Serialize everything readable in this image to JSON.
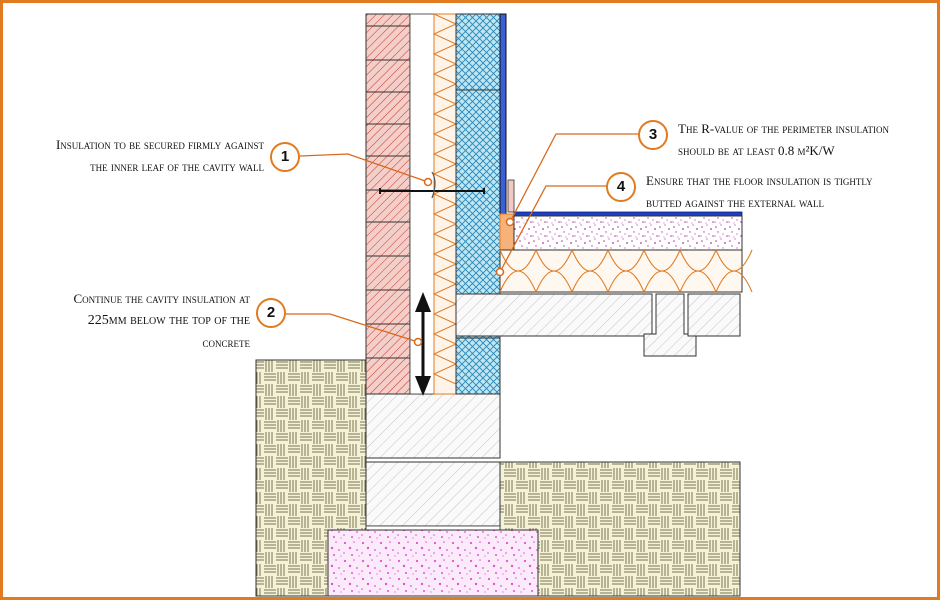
{
  "colors": {
    "accent": "#e07b22",
    "brick": "#f2c9c4",
    "brick_hatch": "#c0392b",
    "cavity_insulation": "#f4a05a",
    "inner_leaf_block": "#7ec8e3",
    "membrane": "#1f3fbf",
    "screed": "#c13cb5",
    "foundation_soil": "#b8b27a",
    "concrete_pink": "#e64fd6"
  },
  "callouts": [
    {
      "id": "1",
      "number": "1",
      "lines": [
        "Insulation to be secured firmly against",
        "the inner leaf of the cavity wall"
      ]
    },
    {
      "id": "2",
      "number": "2",
      "lines": [
        "Continue the cavity insulation at",
        "225mm below the top of the",
        "concrete"
      ]
    },
    {
      "id": "3",
      "number": "3",
      "lines": [
        "The R-value of the perimeter insulation",
        "should be at least 0.8 m²K/W"
      ]
    },
    {
      "id": "4",
      "number": "4",
      "lines": [
        "Ensure that the floor insulation is tightly",
        "butted against the external wall"
      ]
    }
  ]
}
